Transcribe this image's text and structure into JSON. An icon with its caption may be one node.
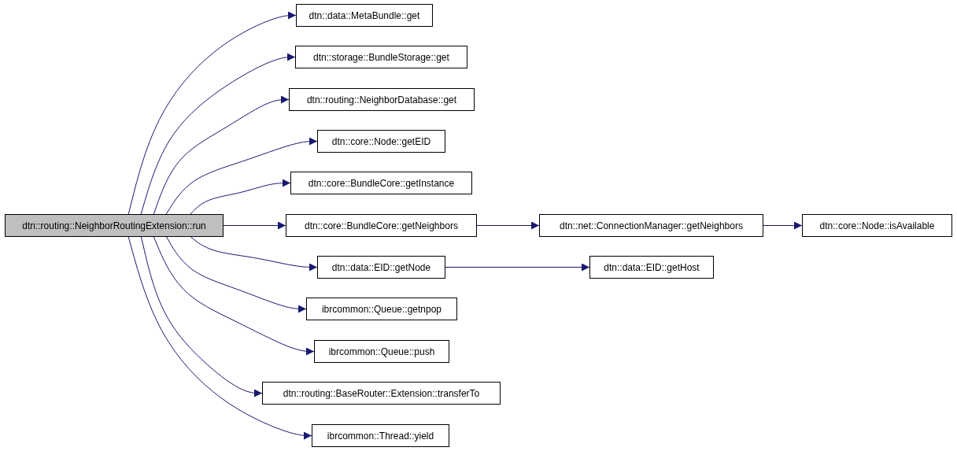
{
  "diagram": {
    "nodes": [
      {
        "text": [
          "dtn::routing::NeighborRoutingExtension::run"
        ]
      },
      {
        "text": [
          "dtn::data::MetaBundle::get"
        ]
      },
      {
        "text": [
          "dtn::storage::BundleStorage::get"
        ]
      },
      {
        "text": [
          "dtn::routing::NeighborDatabase::get"
        ]
      },
      {
        "text": [
          "dtn::core::Node::getEID"
        ]
      },
      {
        "text": [
          "dtn::core::BundleCore::getInstance"
        ]
      },
      {
        "text": [
          "dtn::core::BundleCore::getNeighbors"
        ]
      },
      {
        "text": [
          "dtn::net::ConnectionManager::getNeighbors"
        ]
      },
      {
        "text": [
          "dtn::core::Node::isAvailable"
        ]
      },
      {
        "text": [
          "dtn::data::EID::getNode"
        ]
      },
      {
        "text": [
          "dtn::data::EID::getHost"
        ]
      },
      {
        "text": [
          "ibrcommon::Queue::getnpop"
        ]
      },
      {
        "text": [
          "ibrcommon::Queue::push"
        ]
      },
      {
        "text": [
          "dtn::routing::BaseRouter::Extension::transferTo"
        ]
      },
      {
        "text": [
          "ibrcommon::Thread::yield"
        ]
      }
    ],
    "edges": [
      {
        "from": 0,
        "to": 1,
        "arrow": "to"
      },
      {
        "from": 0,
        "to": 2,
        "arrow": "to"
      },
      {
        "from": 0,
        "to": 3,
        "arrow": "to"
      },
      {
        "from": 0,
        "to": 4,
        "arrow": "to"
      },
      {
        "from": 0,
        "to": 5,
        "arrow": "to"
      },
      {
        "from": 0,
        "to": 6,
        "arrow": "to"
      },
      {
        "from": 0,
        "to": 9,
        "arrow": "to"
      },
      {
        "from": 0,
        "to": 11,
        "arrow": "to"
      },
      {
        "from": 0,
        "to": 12,
        "arrow": "to"
      },
      {
        "from": 0,
        "to": 13,
        "arrow": "to"
      },
      {
        "from": 0,
        "to": 14,
        "arrow": "to"
      },
      {
        "from": 6,
        "to": 7,
        "arrow": "to"
      },
      {
        "from": 7,
        "to": 8,
        "arrow": "to"
      },
      {
        "from": 9,
        "to": 10,
        "arrow": "to"
      }
    ]
  }
}
